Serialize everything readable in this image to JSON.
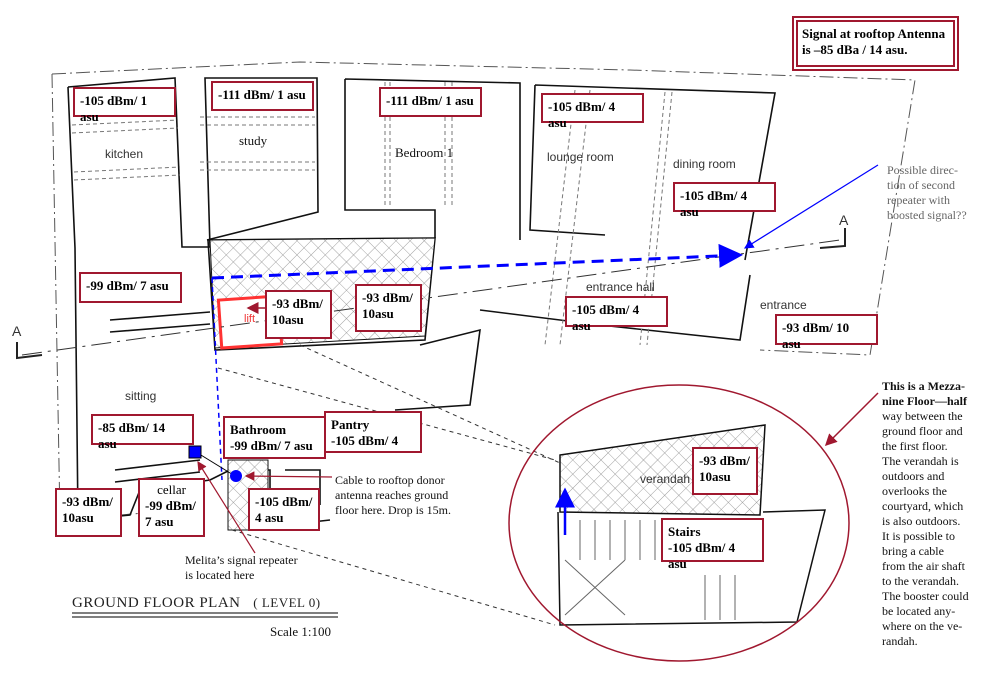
{
  "antenna_note": {
    "line1": "Signal at rooftop Antenna",
    "line2": "is –85 dBa / 14 asu."
  },
  "rooms": {
    "kitchen": "kitchen",
    "study": "study",
    "bedroom": "Bedroom 1",
    "lounge": "lounge room",
    "dining": "dining room",
    "entrance_hall": "entrance hall",
    "entrance": "entrance",
    "sitting": "sitting",
    "lift": "lift",
    "verandah": "verandah",
    "section_a": "A"
  },
  "readings": {
    "kitchen": "-105 dBm/ 1 asu",
    "study": "-111 dBm/ 1 asu",
    "bedroom": "-111 dBm/ 1 asu",
    "lounge": "-105 dBm/ 4 asu",
    "dining": "-105 dBm/ 4 asu",
    "west": "-99 dBm/ 7 asu",
    "lift_l1": "-93 dBm/",
    "lift_l2": "10asu",
    "courtyard_l1": "-93 dBm/",
    "courtyard_l2": "10asu",
    "entrance_hall": "-105 dBm/ 4 asu",
    "entrance": "-93 dBm/ 10 asu",
    "sitting": "-85 dBm/ 14 asu",
    "bathroom_title": "Bathroom",
    "bathroom": "-99 dBm/ 7 asu",
    "pantry_title": "Pantry",
    "pantry": "-105 dBm/ 4",
    "sw_l1": "-93 dBm/",
    "sw_l2": "10asu",
    "cellar_title": "cellar",
    "cellar_l1": "-99 dBm/",
    "cellar_l2": "7 asu",
    "shaft_l1": "-105 dBm/",
    "shaft_l2": "4 asu",
    "verandah_l1": "-93 dBm/",
    "verandah_l2": "10asu",
    "stairs_title": "Stairs",
    "stairs": "-105 dBm/ 4 asu"
  },
  "notes": {
    "direction": [
      "Possible direc-",
      "tion of second",
      "repeater with",
      "boosted signal??"
    ],
    "cable": [
      "Cable to rooftop donor",
      "antenna reaches ground",
      "floor here. Drop is 15m."
    ],
    "repeater": [
      "Melita’s signal repeater",
      "is located here"
    ],
    "mezzanine": [
      "This is a Mezza-",
      "nine Floor—half",
      "way between the",
      "ground floor and",
      "the first floor.",
      "The verandah is",
      "outdoors and",
      "overlooks the",
      "courtyard, which",
      "is also outdoors.",
      "It is possible to",
      "bring a cable",
      "from the air shaft",
      "to the verandah.",
      "The booster could",
      "be located any-",
      "where on the ve-",
      "randah."
    ]
  },
  "plan_title": "GROUND FLOOR PLAN",
  "plan_level": "( LEVEL 0)",
  "scale": "Scale 1:100",
  "colors": {
    "box_border": "#a0182f",
    "cable": "#0000ff",
    "annotation": "#a0182f"
  }
}
